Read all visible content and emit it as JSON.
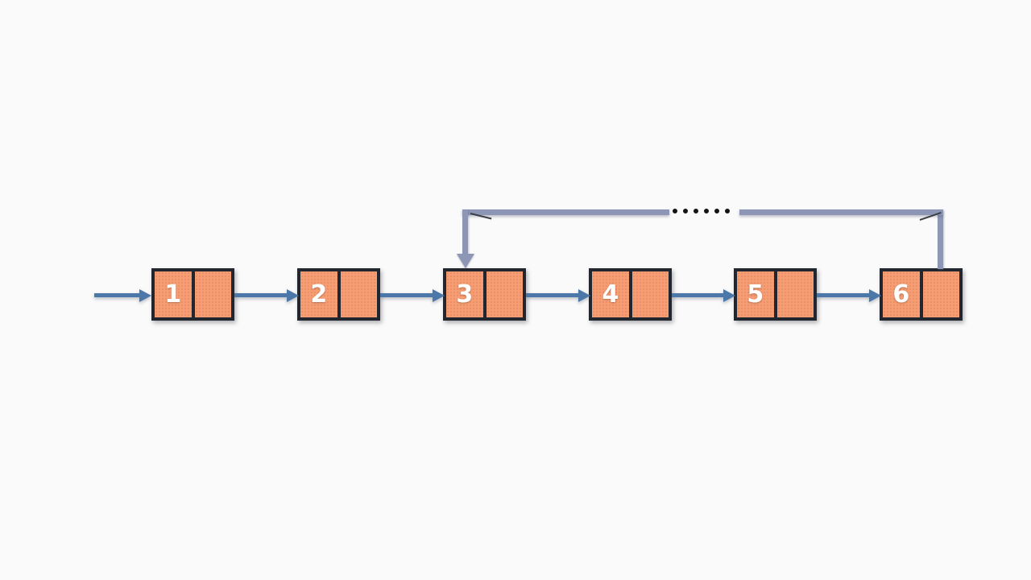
{
  "diagram": {
    "type": "linked-list-with-cycle",
    "nodes": [
      {
        "label": "1"
      },
      {
        "label": "2"
      },
      {
        "label": "3"
      },
      {
        "label": "4"
      },
      {
        "label": "5"
      },
      {
        "label": "6"
      }
    ],
    "ellipsis": {
      "dot_count": 6
    },
    "cycle": {
      "from_node": "6",
      "to_node": "3"
    },
    "colors": {
      "background": "#fafafa",
      "node_fill": "#f69d74",
      "node_border": "#22262e",
      "node_label": "#ffffff",
      "arrow": "#4b77a9",
      "loop_line": "#8e96b6",
      "ellipsis_dot": "#141414",
      "tick": "#3c4046"
    }
  }
}
